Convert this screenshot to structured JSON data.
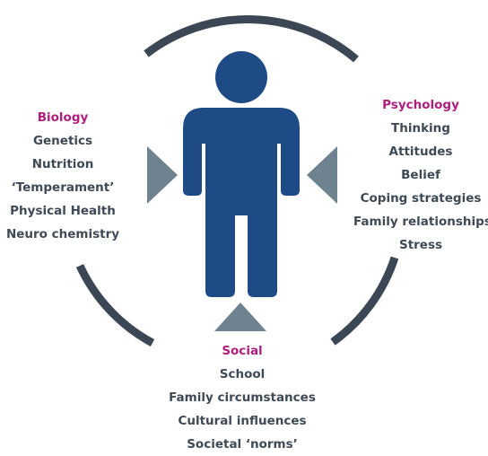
{
  "colors": {
    "ring": "#3b4754",
    "figure": "#1e4b85",
    "arrow": "#6f8290",
    "heading": "#b01e7d",
    "item": "#3e4a55"
  },
  "biology": {
    "heading": "Biology",
    "items": [
      "Genetics",
      "Nutrition",
      "‘Temperament’",
      "Physical Health",
      "Neuro chemistry"
    ]
  },
  "psychology": {
    "heading": "Psychology",
    "items": [
      "Thinking",
      "Attitudes",
      "Belief",
      "Coping strategies",
      "Family relationships",
      "Stress"
    ]
  },
  "social": {
    "heading": "Social",
    "items": [
      "School",
      "Family circumstances",
      "Cultural influences",
      "Societal ‘norms’"
    ]
  }
}
